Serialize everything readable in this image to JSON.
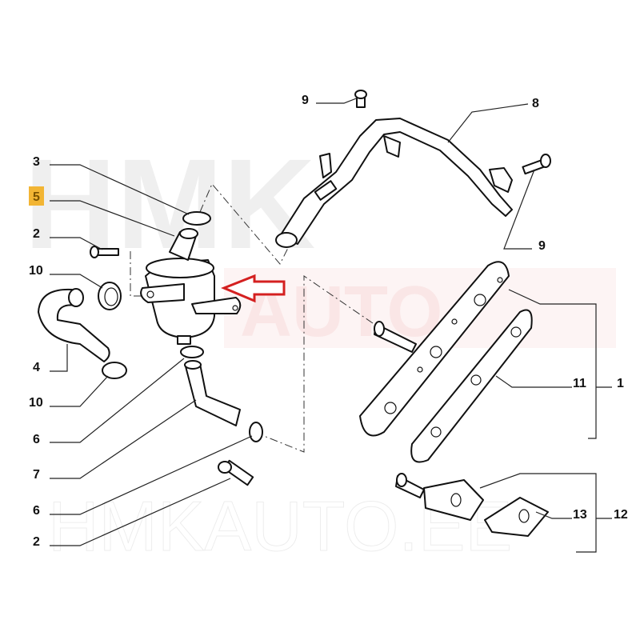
{
  "watermark": {
    "top": "HMK",
    "band": "AUTO",
    "bottom": "HMKAUTO.EE"
  },
  "highlight_color": "#f2b534",
  "arrow_color": "#d42020",
  "labels": {
    "l9a": "9",
    "l8": "8",
    "l3": "3",
    "l5": "5",
    "l2a": "2",
    "l10a": "10",
    "l9b": "9",
    "l4": "4",
    "l10b": "10",
    "l11": "11",
    "l1": "1",
    "l6a": "6",
    "l7": "7",
    "l6b": "6",
    "l13": "13",
    "l12": "12",
    "l2b": "2"
  }
}
